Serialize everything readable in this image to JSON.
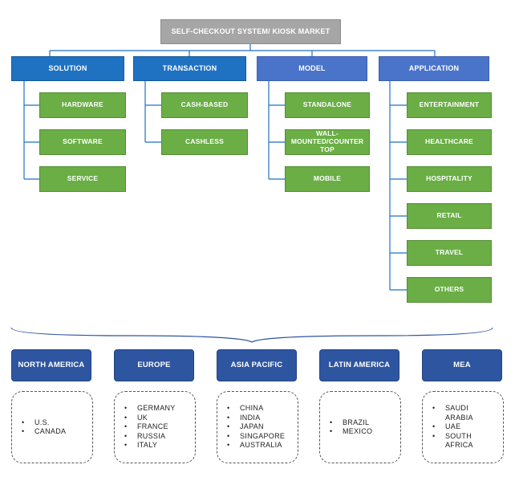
{
  "root": {
    "label": "SELF-CHECKOUT SYSTEM/ KIOSK MARKET"
  },
  "categories": [
    {
      "label": "SOLUTION",
      "items": [
        "HARDWARE",
        "SOFTWARE",
        "SERVICE"
      ]
    },
    {
      "label": "TRANSACTION",
      "items": [
        "CASH-BASED",
        "CASHLESS"
      ]
    },
    {
      "label": "MODEL",
      "items": [
        "STANDALONE",
        "WALL-MOUNTED/COUNTER TOP",
        "MOBILE"
      ]
    },
    {
      "label": "APPLICATION",
      "items": [
        "ENTERTAINMENT",
        "HEALTHCARE",
        "HOSPITALITY",
        "RETAIL",
        "TRAVEL",
        "OTHERS"
      ]
    }
  ],
  "regions": [
    {
      "label": "NORTH AMERICA",
      "countries": [
        "U.S.",
        "CANADA"
      ]
    },
    {
      "label": "EUROPE",
      "countries": [
        "GERMANY",
        "UK",
        "FRANCE",
        "RUSSIA",
        "ITALY"
      ]
    },
    {
      "label": "ASIA PACIFIC",
      "countries": [
        "CHINA",
        "INDIA",
        "JAPAN",
        "SINGAPORE",
        "AUSTRALIA"
      ]
    },
    {
      "label": "LATIN AMERICA",
      "countries": [
        "BRAZIL",
        "MEXICO"
      ]
    },
    {
      "label": "MEA",
      "countries": [
        "SAUDI ARABIA",
        "UAE",
        "SOUTH AFRICA"
      ]
    }
  ],
  "colors": {
    "root": "#a6a6a6",
    "category_dark": "#1f72c2",
    "category_light": "#4a74c9",
    "leaf": "#6aae45",
    "region": "#2e55a0"
  }
}
